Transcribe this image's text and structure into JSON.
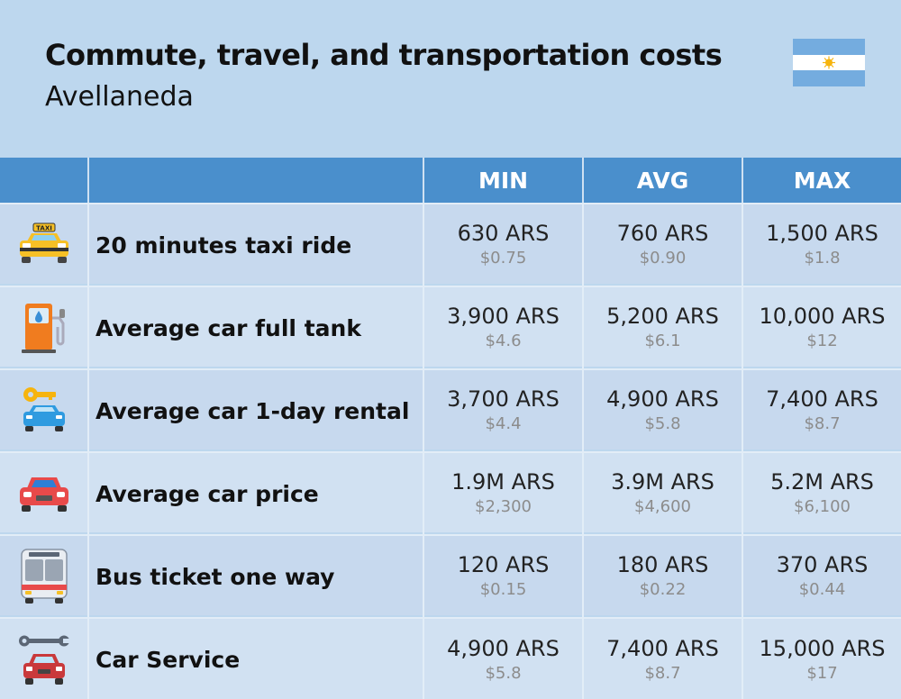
{
  "header": {
    "title": "Commute, travel, and transportation costs",
    "subtitle": "Avellaneda",
    "flag_icon": "argentina-flag-icon"
  },
  "colors": {
    "background": "#bdd7ee",
    "header_row": "#4a8fcc",
    "row_odd": "#c7d9ee",
    "row_even": "#d1e1f2"
  },
  "chart_data": {
    "type": "table",
    "title": "Commute, travel, and transportation costs",
    "subtitle": "Avellaneda",
    "columns": [
      "MIN",
      "AVG",
      "MAX"
    ],
    "rows": [
      {
        "label": "20 minutes taxi ride",
        "icon": "taxi-icon",
        "min": "630 ARS",
        "min_usd": "$0.75",
        "avg": "760 ARS",
        "avg_usd": "$0.90",
        "max": "1,500 ARS",
        "max_usd": "$1.8"
      },
      {
        "label": "Average car full tank",
        "icon": "fuel-pump-icon",
        "min": "3,900 ARS",
        "min_usd": "$4.6",
        "avg": "5,200 ARS",
        "avg_usd": "$6.1",
        "max": "10,000 ARS",
        "max_usd": "$12"
      },
      {
        "label": "Average car 1-day rental",
        "icon": "car-rental-key-icon",
        "min": "3,700 ARS",
        "min_usd": "$4.4",
        "avg": "4,900 ARS",
        "avg_usd": "$5.8",
        "max": "7,400 ARS",
        "max_usd": "$8.7"
      },
      {
        "label": "Average car price",
        "icon": "red-car-icon",
        "min": "1.9M ARS",
        "min_usd": "$2,300",
        "avg": "3.9M ARS",
        "avg_usd": "$4,600",
        "max": "5.2M ARS",
        "max_usd": "$6,100"
      },
      {
        "label": "Bus ticket one way",
        "icon": "bus-icon",
        "min": "120 ARS",
        "min_usd": "$0.15",
        "avg": "180 ARS",
        "avg_usd": "$0.22",
        "max": "370 ARS",
        "max_usd": "$0.44"
      },
      {
        "label": "Car Service",
        "icon": "car-service-wrench-icon",
        "min": "4,900 ARS",
        "min_usd": "$5.8",
        "avg": "7,400 ARS",
        "avg_usd": "$8.7",
        "max": "15,000 ARS",
        "max_usd": "$17"
      }
    ]
  }
}
